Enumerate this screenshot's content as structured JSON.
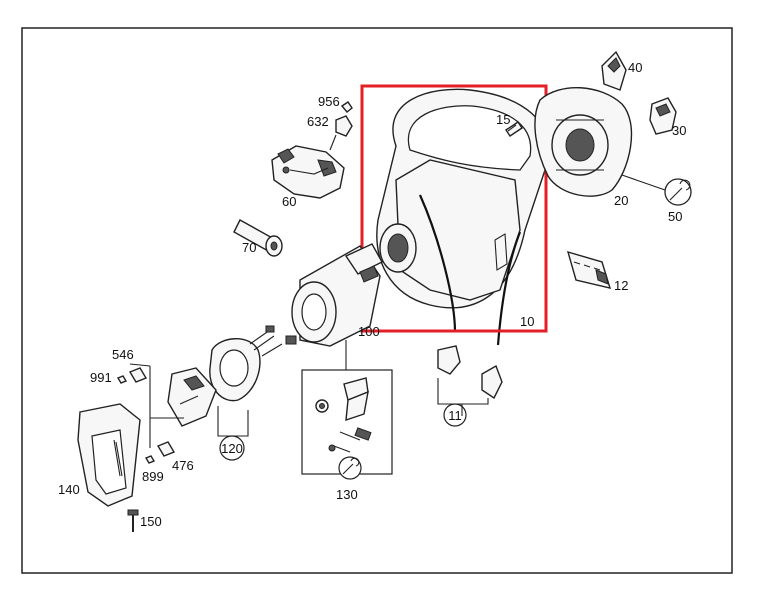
{
  "colors": {
    "highlight": "#e41f26",
    "line": "#222222",
    "background": "#ffffff"
  },
  "callouts": {
    "p10": "10",
    "p11": "11",
    "p12": "12",
    "p15": "15",
    "p20": "20",
    "p30": "30",
    "p40": "40",
    "p50": "50",
    "p60": "60",
    "p70": "70",
    "p100": "100",
    "p120": "120",
    "p130": "130",
    "p140": "140",
    "p150": "150",
    "p476": "476",
    "p546": "546",
    "p632": "632",
    "p899": "899",
    "p956": "956",
    "p991": "991"
  },
  "icons": {
    "wrench": "wrench-icon"
  }
}
